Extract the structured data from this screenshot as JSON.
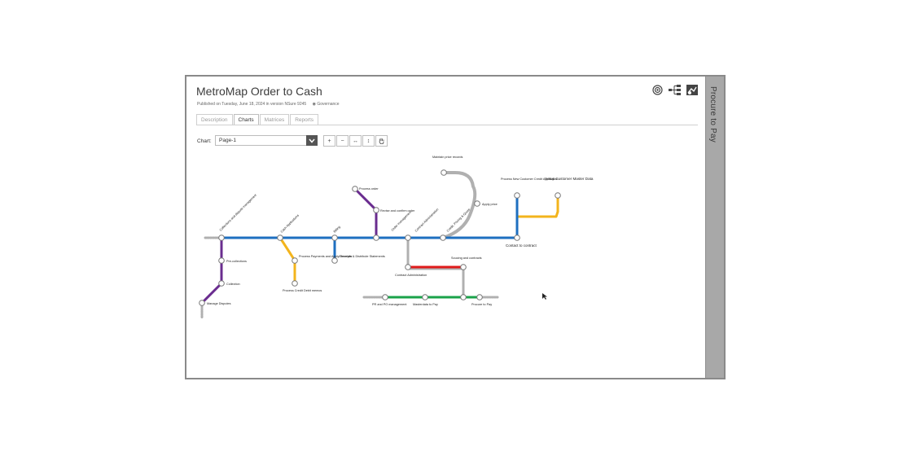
{
  "header": {
    "title": "MetroMap Order to Cash",
    "published": "Published on Tuesday, June 18, 2024 in version NSure 9245",
    "tag": "Governance"
  },
  "tabs": [
    {
      "label": "Description"
    },
    {
      "label": "Charts"
    },
    {
      "label": "Matrices"
    },
    {
      "label": "Reports"
    }
  ],
  "chart_selector": {
    "label": "Chart:",
    "value": "Page-1"
  },
  "toolbar": {
    "zoom_in": "+",
    "zoom_out": "−",
    "fit_width": "↔",
    "fit_height": "↕"
  },
  "side_panel": {
    "label": "Procure to Pay"
  },
  "colors": {
    "blue": "#1e6fc0",
    "purple": "#6a2c8f",
    "yellow": "#f3b41c",
    "gray": "#b0b0b0",
    "red": "#e01b1b",
    "green": "#1aa34a"
  },
  "stations": {
    "collections": "Collections and dispute management",
    "cash_apps": "Cash Applications",
    "billing": "Billing",
    "order_mgmt": "Order management",
    "contract_admin_top": "Contract Administration",
    "credit": "Credit, Pricing & Quote",
    "contact": "Contact to contract",
    "pre_collections": "Pre-collections",
    "collection": "Collection",
    "manage_disputes": "Manage Disputes",
    "process_payments": "Process Payments and Apply Receipts",
    "process_credit": "Process Credit Debit memos",
    "generate": "Generate & Distribute Statements",
    "process_order": "Process order",
    "revise": "Revise and confirm order",
    "contract_admin_low": "Contract Administration",
    "maintain_price": "Maintain price records",
    "apply_price": "Apply price",
    "new_customer": "Process New Customer Credit Application",
    "setup_master": "Setup Customer Master Data",
    "sourcing": "Soucing and contracts",
    "pr_po": "PR and PO management",
    "masterdata": "Masterdata to Pay",
    "procure": "Procure to Pay"
  }
}
